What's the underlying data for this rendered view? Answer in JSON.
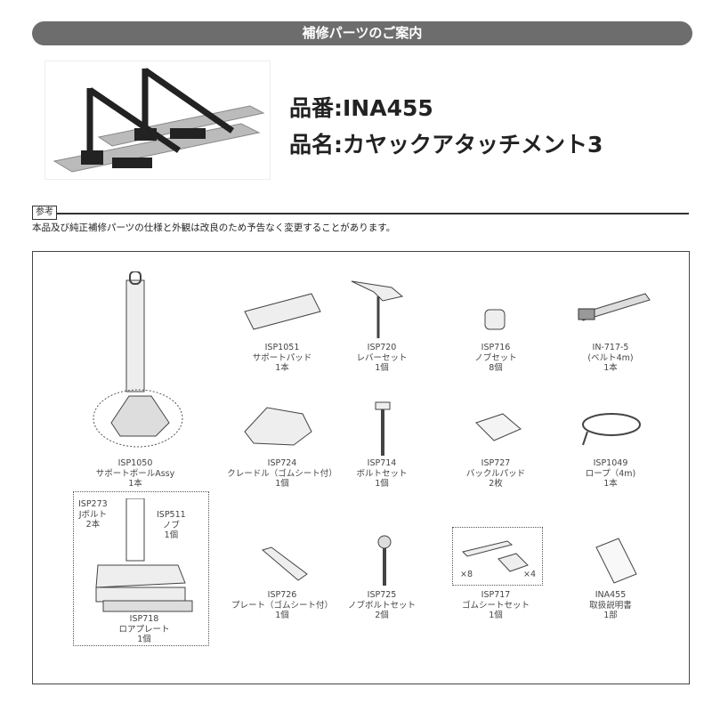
{
  "header": {
    "title": "補修パーツのご案内"
  },
  "product": {
    "number_label": "品番:INA455",
    "name_label": "品名:カヤックアタッチメント3"
  },
  "reference": {
    "tag": "参考",
    "note": "本品及び純正補修パーツの仕様と外観は改良のため予告なく変更することがあります。"
  },
  "parts": [
    {
      "code": "ISP1050",
      "name": "サポートポールAssy",
      "qty": "1本"
    },
    {
      "code": "ISP1051",
      "name": "サポートパッド",
      "qty": "1本"
    },
    {
      "code": "ISP720",
      "name": "レバーセット",
      "qty": "1個"
    },
    {
      "code": "ISP716",
      "name": "ノブセット",
      "qty": "8個"
    },
    {
      "code": "IN-717-5",
      "name": "(ベルト4m)",
      "qty": "1本"
    },
    {
      "code": "ISP724",
      "name": "クレードル（ゴムシート付）",
      "qty": "1個"
    },
    {
      "code": "ISP714",
      "name": "ボルトセット",
      "qty": "1個"
    },
    {
      "code": "ISP727",
      "name": "バックルパッド",
      "qty": "2枚"
    },
    {
      "code": "ISP1049",
      "name": "ロープ（4m)",
      "qty": "1本"
    },
    {
      "code": "ISP726",
      "name": "プレート（ゴムシート付）",
      "qty": "1個"
    },
    {
      "code": "ISP725",
      "name": "ノブボルトセット",
      "qty": "2個"
    },
    {
      "code": "ISP717",
      "name": "ゴムシートセット",
      "qty": "1個"
    },
    {
      "code": "INA455",
      "name": "取扱説明書",
      "qty": "1部"
    }
  ],
  "base_parts": [
    {
      "code": "ISP273",
      "name": "Jボルト",
      "qty": "2本"
    },
    {
      "code": "ISP511",
      "name": "ノブ",
      "qty": "1個"
    },
    {
      "code": "ISP718",
      "name": "ロアプレート",
      "qty": "1個"
    }
  ],
  "rubber_counts": {
    "strip": "×8",
    "square": "×4"
  }
}
